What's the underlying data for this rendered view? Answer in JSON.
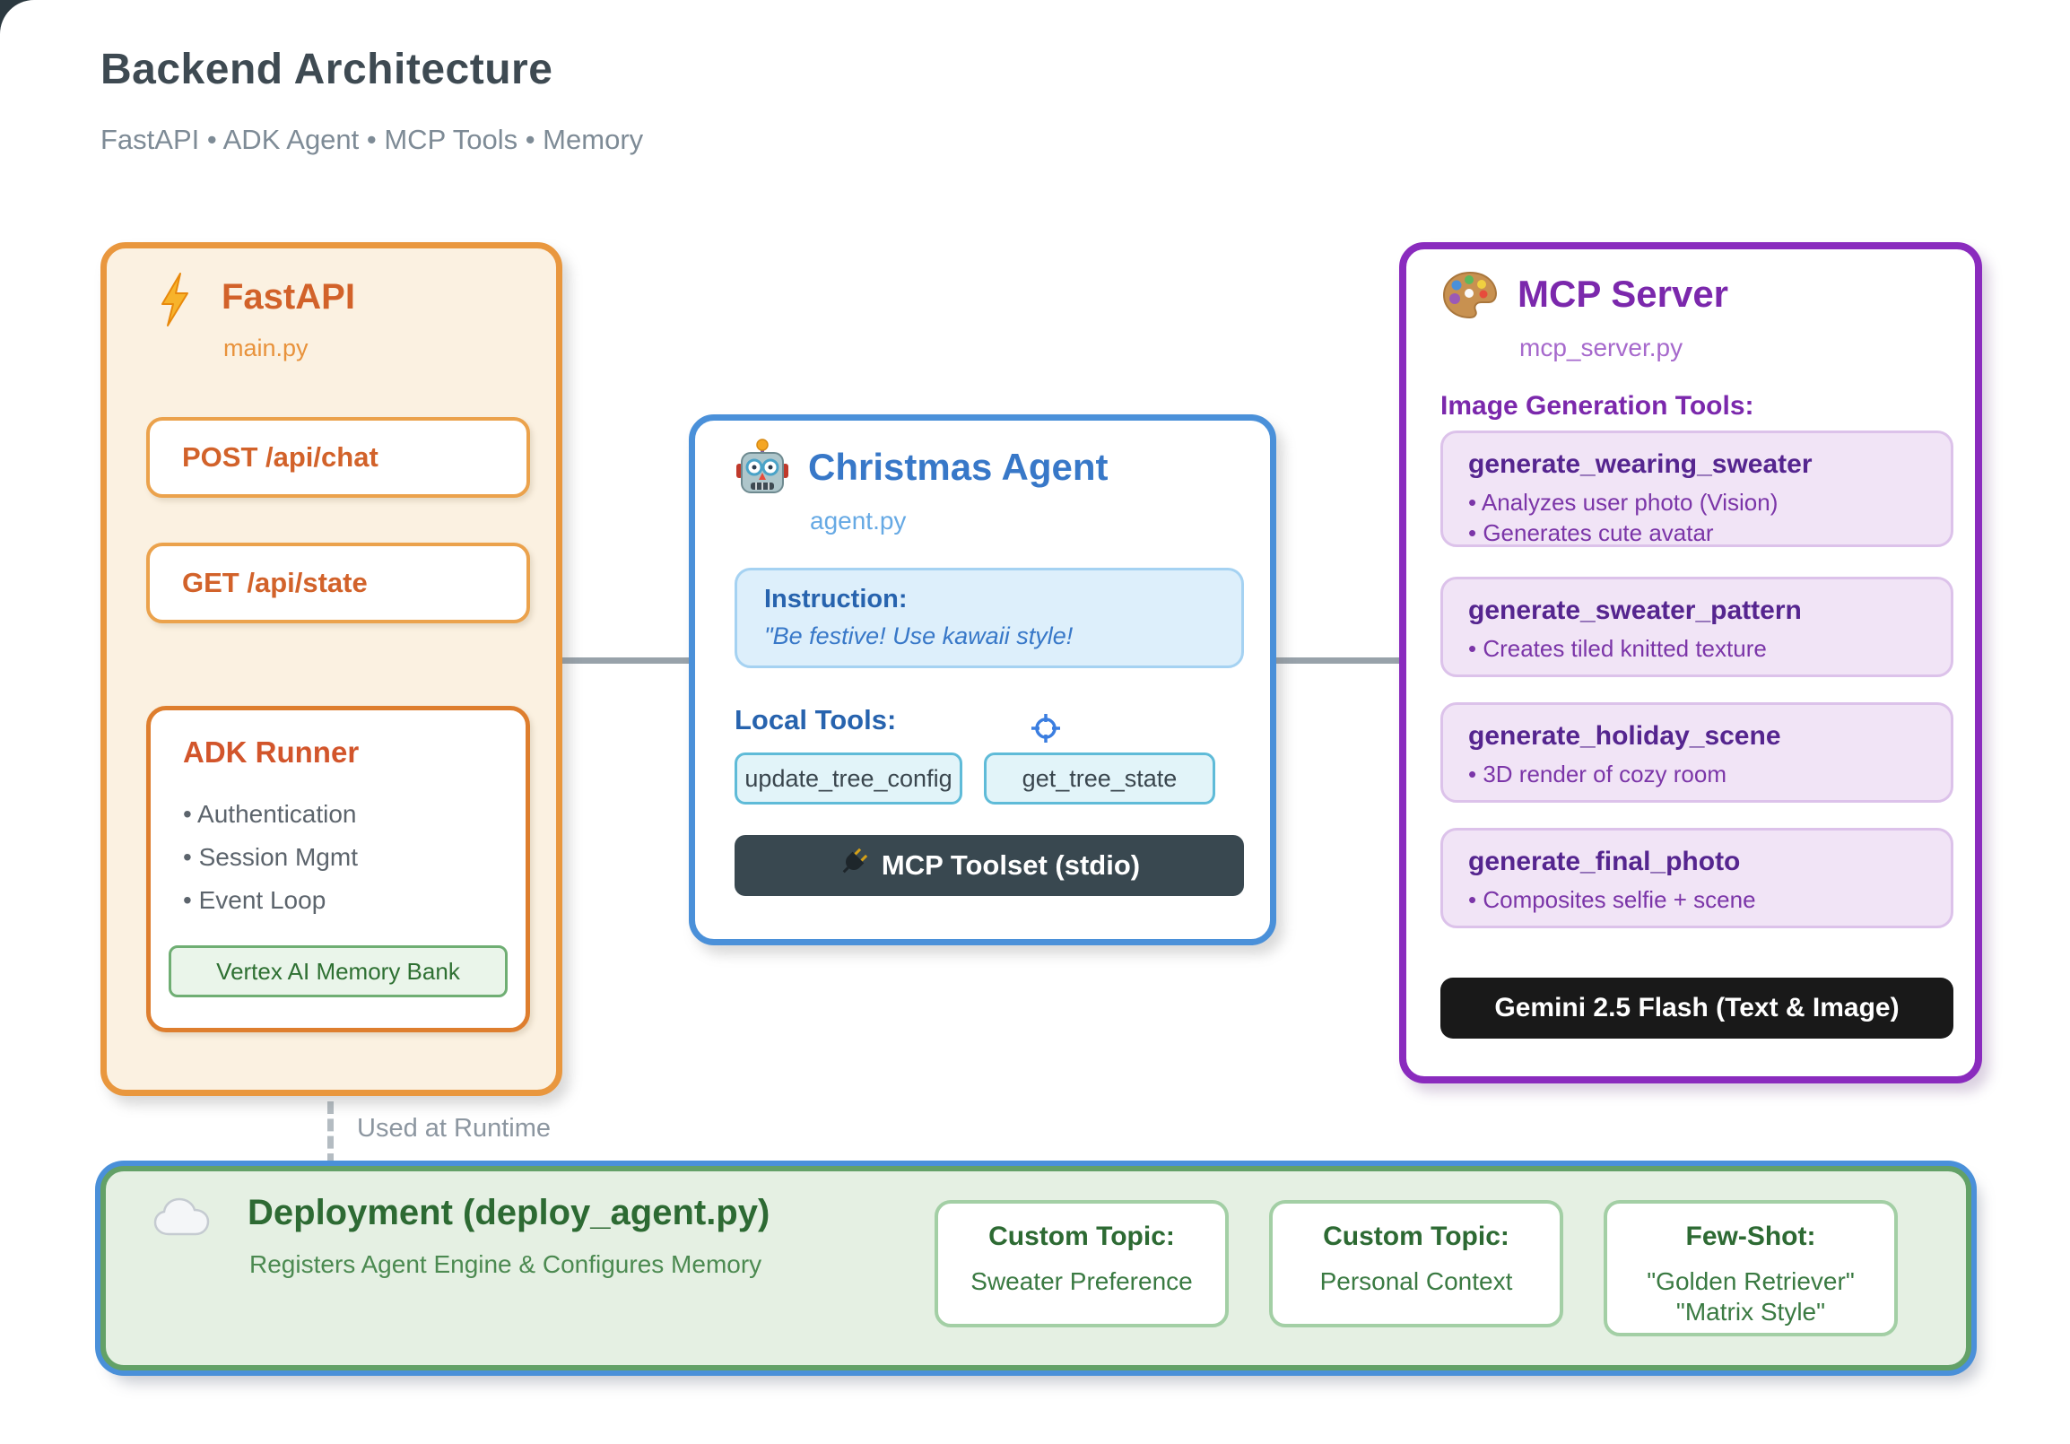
{
  "page": {
    "title": "Backend Architecture",
    "subtitle": "FastAPI • ADK Agent • MCP Tools • Memory"
  },
  "fastapi": {
    "title": "FastAPI",
    "file": "main.py",
    "endpoints": [
      "POST /api/chat",
      "GET /api/state"
    ],
    "adk_runner": {
      "title": "ADK Runner",
      "items": [
        "Authentication",
        "Session Mgmt",
        "Event Loop"
      ],
      "memory": "Vertex AI Memory Bank"
    }
  },
  "runtime_label": "Used at Runtime",
  "agent": {
    "title": "Christmas Agent",
    "file": "agent.py",
    "instruction_label": "Instruction:",
    "instruction_text": "\"Be festive! Use kawaii style!",
    "local_tools_label": "Local Tools:",
    "tools": [
      "update_tree_config",
      "get_tree_state"
    ],
    "toolset": "MCP Toolset (stdio)"
  },
  "mcp": {
    "title": "MCP Server",
    "file": "mcp_server.py",
    "section_label": "Image Generation Tools:",
    "tools": [
      {
        "name": "generate_wearing_sweater",
        "bullets": [
          "Analyzes user photo (Vision)",
          "Generates cute avatar"
        ]
      },
      {
        "name": "generate_sweater_pattern",
        "bullets": [
          "Creates tiled knitted texture"
        ]
      },
      {
        "name": "generate_holiday_scene",
        "bullets": [
          "3D render of cozy room"
        ]
      },
      {
        "name": "generate_final_photo",
        "bullets": [
          "Composites selfie + scene"
        ]
      }
    ],
    "model": "Gemini 2.5 Flash (Text & Image)"
  },
  "deployment": {
    "title": "Deployment (deploy_agent.py)",
    "subtitle": "Registers Agent Engine & Configures Memory",
    "cards": [
      {
        "label": "Custom Topic:",
        "lines": [
          "Sweater Preference"
        ]
      },
      {
        "label": "Custom Topic:",
        "lines": [
          "Personal Context"
        ]
      },
      {
        "label": "Few-Shot:",
        "lines": [
          "\"Golden Retriever\"",
          "\"Matrix Style\""
        ]
      }
    ]
  },
  "icons": {
    "fastapi": "lightning-icon",
    "agent": "robot-icon",
    "mcp": "palette-icon",
    "toolset": "plug-icon",
    "deployment": "cloud-icon",
    "pointer": "crosshair-icon"
  },
  "colors": {
    "fastapi_border": "#E9973E",
    "fastapi_text": "#D2622A",
    "fastapi_bg": "#FBF1E1",
    "agent_border": "#4A90D9",
    "agent_text": "#3878C8",
    "mcp_border": "#8A2BBE",
    "mcp_text": "#7B28AC",
    "deploy_border_outer": "#4A90D9",
    "deploy_border_inner": "#63A167",
    "deploy_text": "#2D6A33",
    "toolset_bar": "#394850",
    "gemini_bar": "#191919",
    "connector": "#98A2AA",
    "memory_green": "#2E7032"
  }
}
